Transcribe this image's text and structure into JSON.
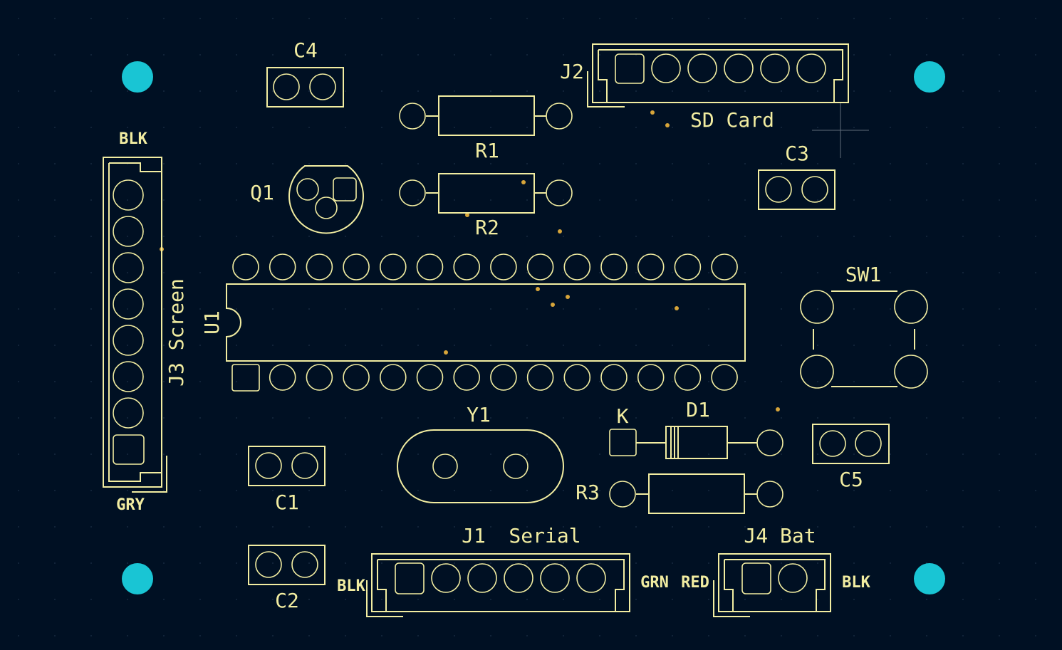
{
  "labels": {
    "C4": "C4",
    "J2": "J2",
    "SD": "SD Card",
    "R1": "R1",
    "C3": "C3",
    "BLK_top": "BLK",
    "Q1": "Q1",
    "R2": "R2",
    "J3": "J3 Screen",
    "U1": "U1",
    "SW1": "SW1",
    "Y1": "Y1",
    "K": "K",
    "D1": "D1",
    "R3": "R3",
    "C5": "C5",
    "C1": "C1",
    "GRY": "GRY",
    "J1": "J1",
    "Serial": "Serial",
    "J4": "J4 Bat",
    "BLK_j1": "BLK",
    "GRN": "GRN",
    "RED": "RED",
    "BLK_j4": "BLK",
    "C2": "C2"
  },
  "colors": {
    "background": "#001023",
    "silkscreen": "#f2eda1",
    "mounting_hole": "#19c5d4",
    "via": "#d7a53a",
    "grid_dot": "#1e3148"
  }
}
